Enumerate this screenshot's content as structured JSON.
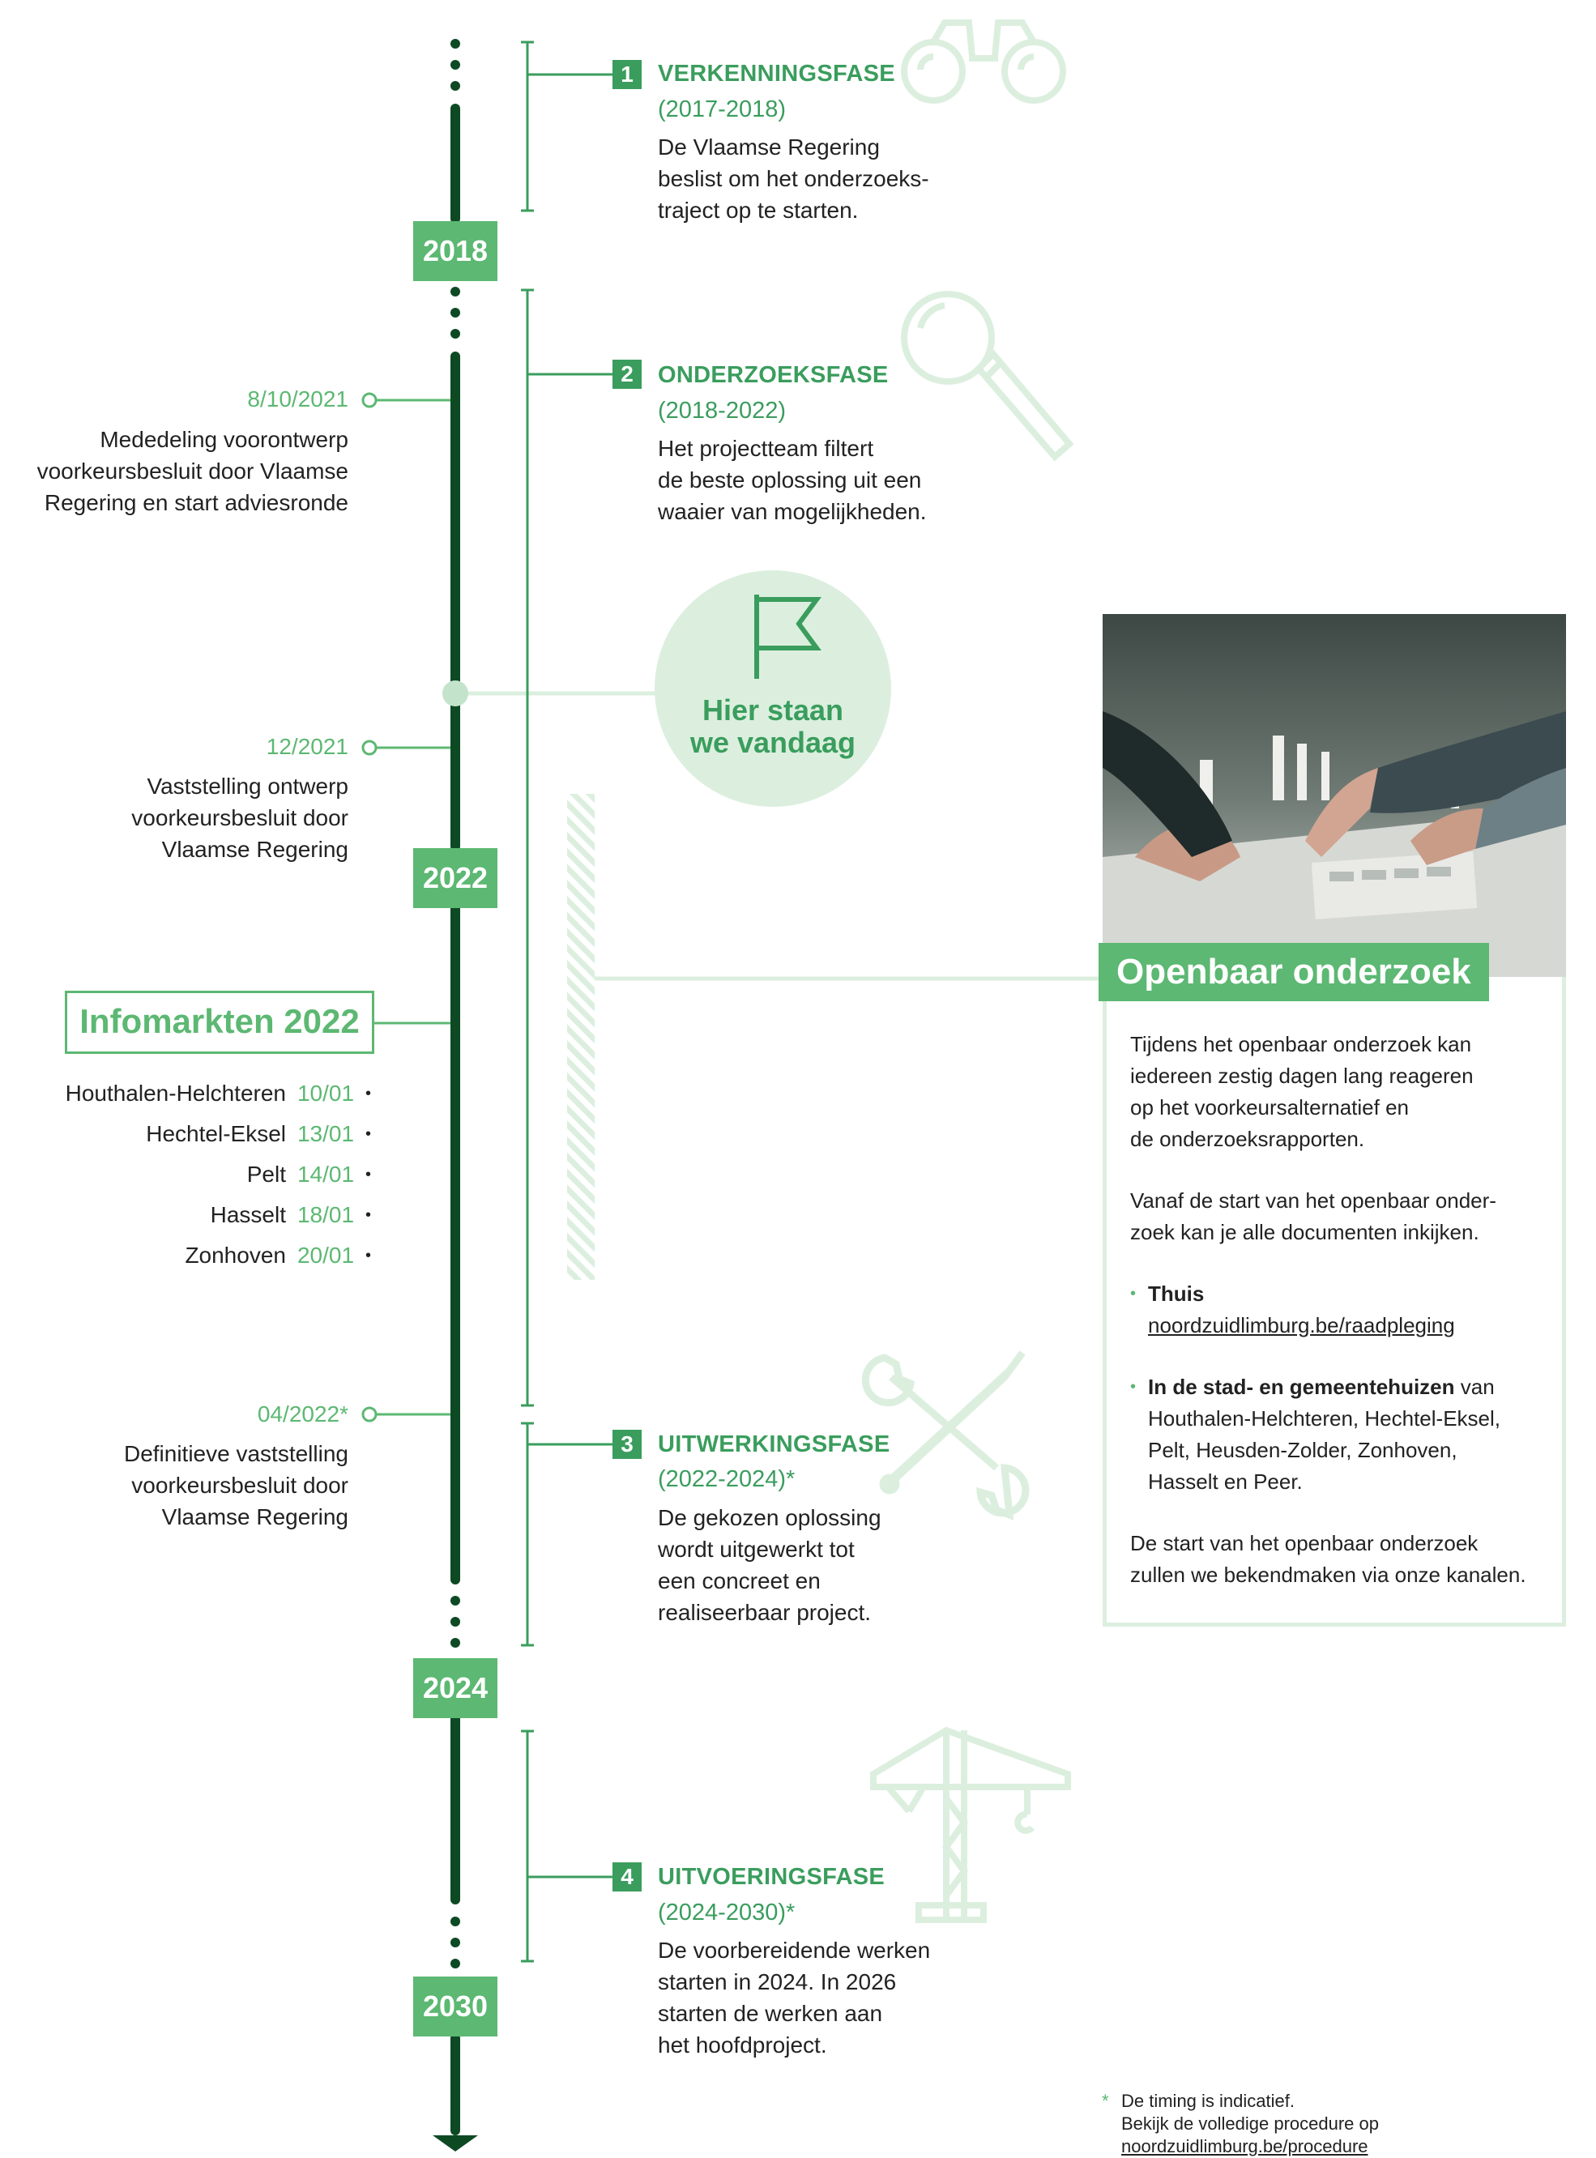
{
  "colors": {
    "dark_green": "#0d4a24",
    "accent": "#5cb872",
    "title_green": "#3a9d5d",
    "light_green": "#dcefdf"
  },
  "years": [
    "2018",
    "2022",
    "2024",
    "2030"
  ],
  "phases": [
    {
      "number": "1",
      "title": "VERKENNINGSFASE",
      "period": "(2017-2018)",
      "desc": [
        "De Vlaamse Regering",
        "beslist om het onderzoeks-",
        "traject op te starten."
      ],
      "icon": "binoculars-icon"
    },
    {
      "number": "2",
      "title": "ONDERZOEKSFASE",
      "period": "(2018-2022)",
      "desc": [
        "Het projectteam filtert",
        "de beste oplossing uit een",
        "waaier van mogelijkheden."
      ],
      "icon": "magnifier-icon"
    },
    {
      "number": "3",
      "title": "UITWERKINGSFASE",
      "period": "(2022-2024)*",
      "desc": [
        "De gekozen oplossing",
        "wordt uitgewerkt tot",
        "een concreet en",
        "realiseerbaar project."
      ],
      "icon": "tools-icon"
    },
    {
      "number": "4",
      "title": "UITVOERINGSFASE",
      "period": "(2024-2030)*",
      "desc": [
        "De voorbereidende werken",
        "starten in 2024. In 2026",
        "starten de werken aan",
        "het hoofdproject."
      ],
      "icon": "crane-icon"
    }
  ],
  "milestones": [
    {
      "date": "8/10/2021",
      "text": [
        "Mededeling voorontwerp",
        "voorkeursbesluit door Vlaamse",
        "Regering en start adviesronde"
      ]
    },
    {
      "date": "12/2021",
      "text": [
        "Vaststelling ontwerp",
        "voorkeursbesluit door",
        "Vlaamse Regering"
      ]
    },
    {
      "date": "04/2022*",
      "text": [
        "Definitieve vaststelling",
        "voorkeursbesluit door",
        "Vlaamse Regering"
      ]
    }
  ],
  "today": {
    "line1": "Hier staan",
    "line2": "we vandaag",
    "icon": "flag-icon"
  },
  "infomarkten": {
    "title": "Infomarkten 2022",
    "items": [
      {
        "city": "Houthalen-Helchteren",
        "date": "10/01"
      },
      {
        "city": "Hechtel-Eksel",
        "date": "13/01"
      },
      {
        "city": "Pelt",
        "date": "14/01"
      },
      {
        "city": "Hasselt",
        "date": "18/01"
      },
      {
        "city": "Zonhoven",
        "date": "20/01"
      }
    ]
  },
  "card": {
    "title": "Openbaar onderzoek",
    "photo": "photo-people-pointing-at-model",
    "p1": [
      "Tijdens het openbaar onderzoek kan",
      "iedereen zestig dagen lang reageren",
      "op het voorkeursalternatief en",
      "de onderzoeksrapporten."
    ],
    "p2": [
      "Vanaf de start van het openbaar onder-",
      "zoek kan je alle documenten inkijken."
    ],
    "bullet1_bold": "Thuis",
    "bullet1_link": "noordzuidlimburg.be/raadpleging",
    "bullet2_bold": "In de stad- en gemeentehuizen",
    "bullet2_rest1": " van",
    "bullet2_rest2": [
      "Houthalen-Helchteren, Hechtel-Eksel,",
      "Pelt, Heusden-Zolder, Zonhoven,",
      "Hasselt en Peer."
    ],
    "p3": [
      "De start van het openbaar onderzoek",
      "zullen we bekendmaken via onze kanalen."
    ]
  },
  "footnote": {
    "star": "*",
    "line1": "De timing is indicatief.",
    "line2": "Bekijk de volledige procedure op",
    "line3": "noordzuidlimburg.be/procedure"
  }
}
